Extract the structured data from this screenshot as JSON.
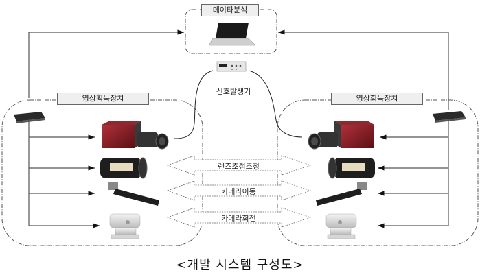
{
  "diagram": {
    "data_analysis": {
      "label": "데이타분석",
      "icon": "laptop-icon"
    },
    "signal_generator": {
      "label": "신호발생기",
      "icon": "signal-generator-icon"
    },
    "left_unit": {
      "label": "영상획득장치",
      "controller_icon": "controller-box-icon"
    },
    "right_unit": {
      "label": "영상회득장치",
      "controller_icon": "controller-box-icon"
    },
    "devices": [
      {
        "name": "camera",
        "icon": "camera-icon"
      },
      {
        "name": "zoom-lens",
        "icon": "zoom-lens-icon"
      },
      {
        "name": "linear-stage",
        "icon": "linear-stage-icon"
      },
      {
        "name": "pan-tilt",
        "icon": "pan-tilt-icon"
      }
    ],
    "links": [
      {
        "label": "렌즈초점조정"
      },
      {
        "label": "카메라이동"
      },
      {
        "label": "카메라회전"
      }
    ],
    "caption": "<개발 시스템 구성도>"
  }
}
